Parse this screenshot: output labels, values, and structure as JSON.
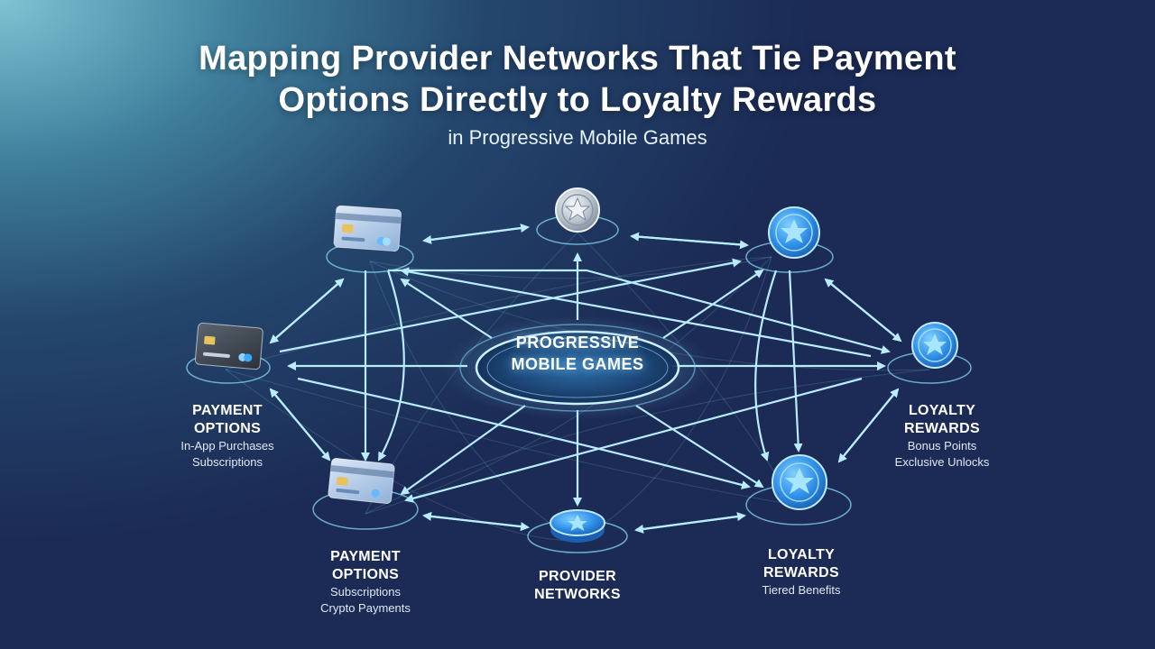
{
  "title_line1": "Mapping Provider Networks That Tie Payment",
  "title_line2": "Options Directly to Loyalty Rewards",
  "subtitle": "in Progressive Mobile Games",
  "center": {
    "line1": "PROGRESSIVE",
    "line2": "MOBILE GAMES"
  },
  "labels": {
    "payment_left": {
      "line1": "PAYMENT",
      "line2": "OPTIONS",
      "item1": "In-App Purchases",
      "item2": "Subscriptions"
    },
    "payment_bottom": {
      "line1": "PAYMENT",
      "line2": "OPTIONS",
      "item1": "Subscriptions",
      "item2": "Crypto Payments"
    },
    "provider_networks": {
      "line1": "PROVIDER",
      "line2": "NETWORKS"
    },
    "loyalty_bottom": {
      "line1": "LOYALTY",
      "line2": "REWARDS",
      "item1": "Tiered Benefits"
    },
    "loyalty_right": {
      "line1": "LOYALTY",
      "line2": "REWARDS",
      "item1": "Bonus Points",
      "item2": "Exclusive Unlocks"
    }
  },
  "colors": {
    "accent": "#8fe3ff",
    "coin_blue": "#3aa8ff",
    "coin_silver": "#c9d2dc",
    "card": "#b9cde6"
  }
}
